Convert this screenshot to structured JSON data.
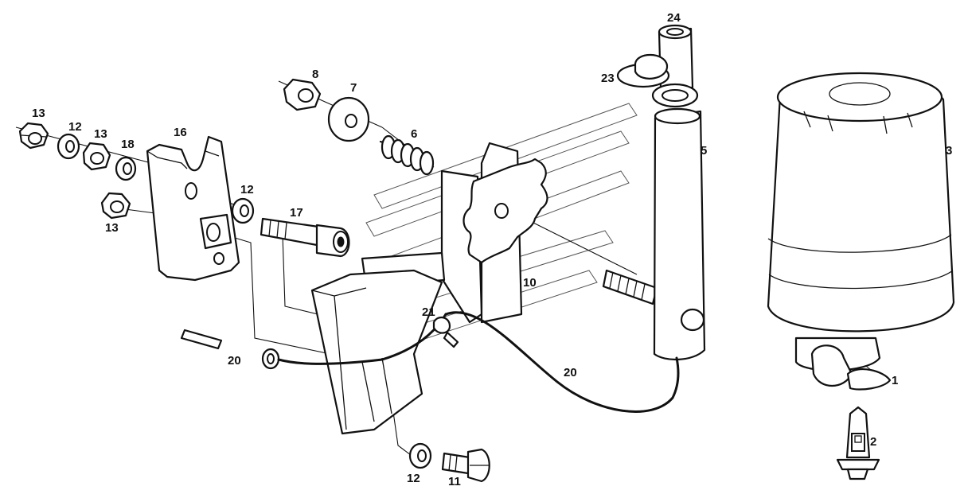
{
  "callouts": {
    "beacon_base": "1",
    "bulb": "2",
    "beacon_dome": "3",
    "mast_tube": "5",
    "spring": "6",
    "washer_top": "7",
    "nut_top": "8",
    "bracket": "10",
    "bolt_bottom": "11",
    "washer_left": "12",
    "washer_mid": "12",
    "washer_bottom": "12",
    "nut_left_far": "13",
    "nut_left_mid": "13",
    "nut_left_low": "13",
    "mount_plate": "16",
    "bolt_socket": "17",
    "spacer": "18",
    "wire_left": "20",
    "wire_right": "20",
    "clip": "21",
    "plug_cap": "23",
    "mast_top": "24"
  },
  "colors": {
    "line": "#111111",
    "background": "#ffffff",
    "watermark": "#555555"
  }
}
